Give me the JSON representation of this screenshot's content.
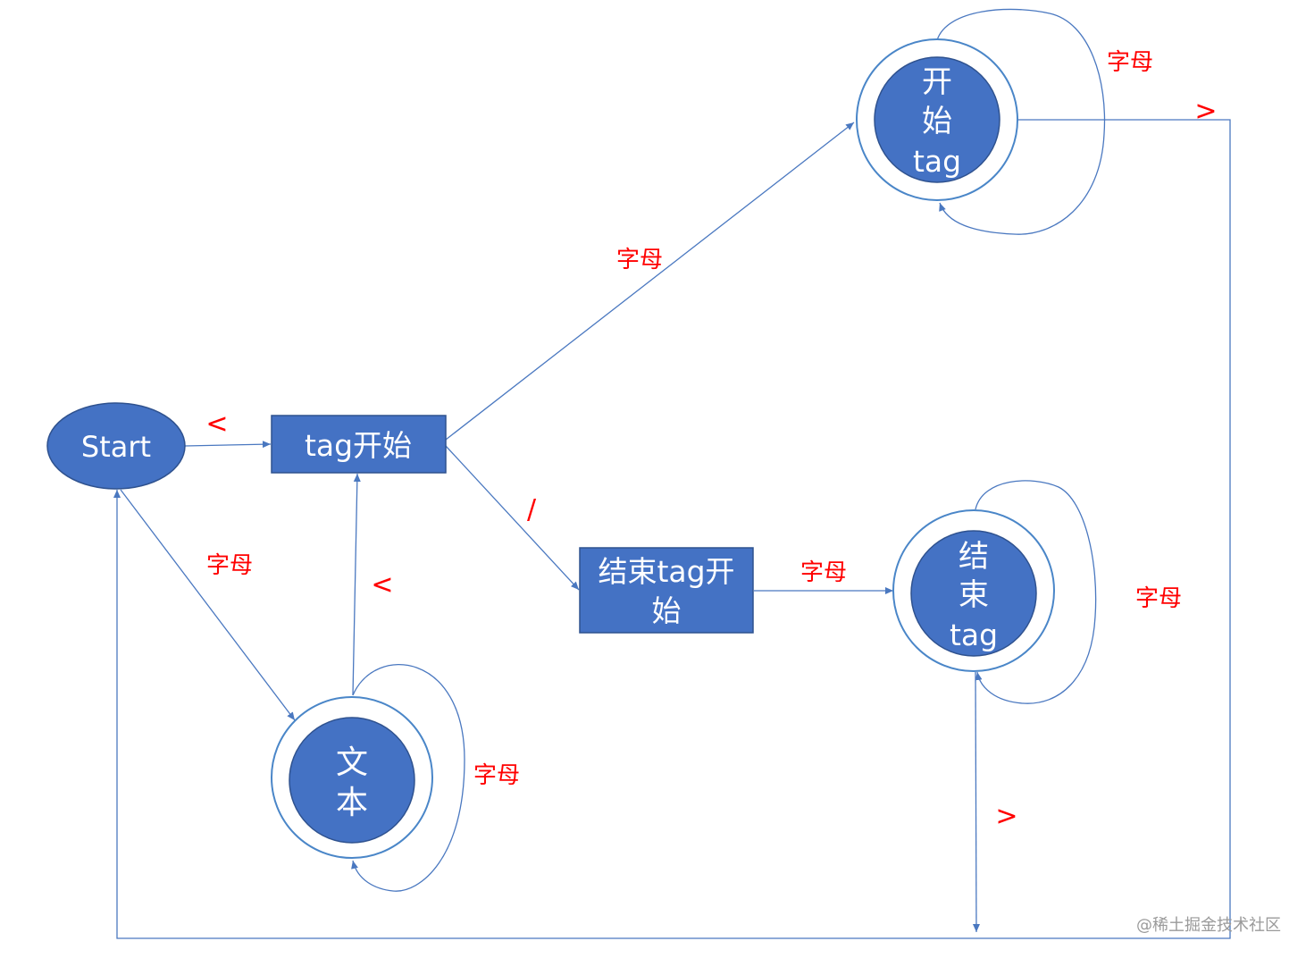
{
  "colors": {
    "node_fill": "#4472c4",
    "node_stroke": "#2f528f",
    "edge": "#4a78c0",
    "label": "#ff0000",
    "node_text": "#ffffff",
    "watermark": "#9a9a9a"
  },
  "nodes": {
    "start": {
      "label": "Start"
    },
    "tag_begin": {
      "label": "tag开始"
    },
    "end_tag_begin": {
      "line1": "结束tag开",
      "line2": "始"
    },
    "open_tag": {
      "line1": "开",
      "line2": "始",
      "line3": "tag"
    },
    "close_tag": {
      "line1": "结",
      "line2": "束",
      "line3": "tag"
    },
    "text": {
      "line1": "文",
      "line2": "本"
    }
  },
  "edges": {
    "start_to_tag_begin": "<",
    "tag_begin_to_open_tag": "字母",
    "tag_begin_to_end_tag_begin": "/",
    "end_tag_begin_to_close_tag": "字母",
    "start_to_text": "字母",
    "text_to_tag_begin": "<",
    "text_self_loop": "字母",
    "open_tag_self_loop": "字母",
    "open_tag_to_start": ">",
    "close_tag_self_loop": "字母",
    "close_tag_to_start": ">"
  },
  "watermark": "@稀土掘金技术社区"
}
